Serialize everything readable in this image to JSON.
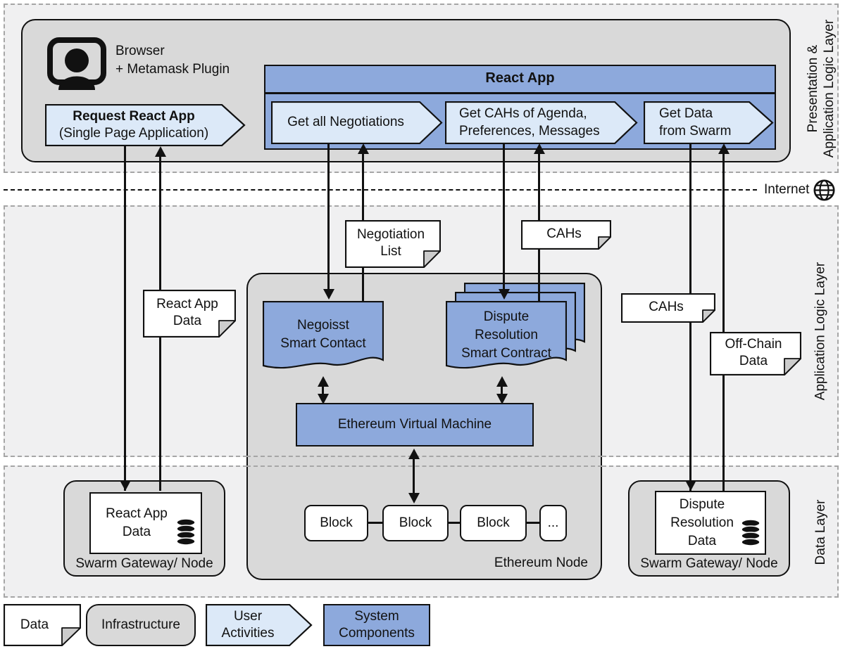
{
  "layers": {
    "presentation": {
      "label": "Presentation &\nApplication Logic Layer"
    },
    "application": {
      "label": "Application Logic Layer"
    },
    "data": {
      "label": "Data Layer"
    }
  },
  "internet": {
    "label": "Internet"
  },
  "browser": {
    "label": "Browser\n+ Metamask Plugin",
    "request_app": {
      "title": "Request React App",
      "subtitle": "(Single Page Application)"
    }
  },
  "react_app": {
    "title": "React App",
    "activities": [
      {
        "label": "Get all Negotiations"
      },
      {
        "label": "Get CAHs of Agenda,\nPreferences, Messages"
      },
      {
        "label": "Get Data\nfrom Swarm"
      }
    ]
  },
  "notes": {
    "react_app_data": {
      "label": "React App\nData"
    },
    "negotiation_list": {
      "label": "Negotiation\nList"
    },
    "cahs_upper": {
      "label": "CAHs"
    },
    "cahs_right": {
      "label": "CAHs"
    },
    "off_chain_data": {
      "label": "Off-Chain\nData"
    }
  },
  "ethereum_node": {
    "label": "Ethereum Node",
    "negoisst_contract": {
      "label": "Negoisst\nSmart Contact"
    },
    "dispute_contract": {
      "label": "Dispute\nResolution\nSmart Contract"
    },
    "evm": {
      "label": "Ethereum Virtual Machine"
    },
    "blocks": [
      {
        "label": "Block"
      },
      {
        "label": "Block"
      },
      {
        "label": "Block"
      },
      {
        "label": "..."
      }
    ]
  },
  "swarm_left": {
    "data_label": "React App\nData",
    "label": "Swarm Gateway/ Node"
  },
  "swarm_right": {
    "data_label": "Dispute\nResolution\nData",
    "label": "Swarm Gateway/ Node"
  },
  "legend": {
    "data": {
      "label": "Data"
    },
    "infrastructure": {
      "label": "Infrastructure"
    },
    "user_activities": {
      "label": "User\nActivities"
    },
    "system_components": {
      "label": "System\nComponents"
    }
  },
  "palette": {
    "system_component_blue": "#8DA9DC",
    "user_activity_blue": "#DCE9F8",
    "infrastructure_gray": "#D9D9D9",
    "layer_background": "#F0F0F1",
    "note_fold_gray": "#CCCCCC",
    "outline": "#111111",
    "dashed_layer_border": "#A6A6A6"
  }
}
